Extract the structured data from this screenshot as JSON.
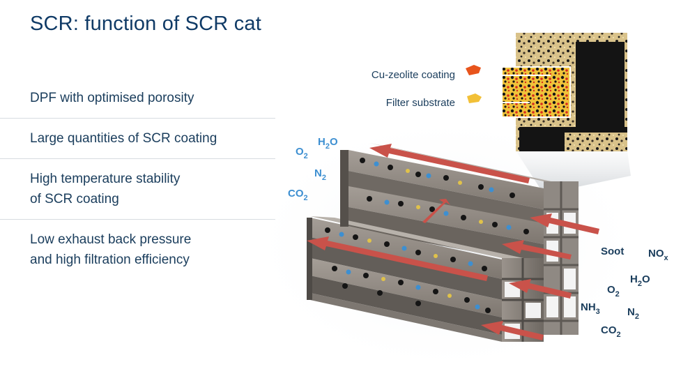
{
  "title": "SCR: function of SCR cat",
  "bullets": [
    {
      "lines": [
        "DPF with optimised porosity"
      ]
    },
    {
      "lines": [
        "Large quantities of SCR coating"
      ]
    },
    {
      "lines": [
        "High temperature stability",
        "of SCR coating"
      ]
    },
    {
      "lines": [
        "Low exhaust back pressure",
        "and high filtration efficiency"
      ]
    }
  ],
  "inset": {
    "coating_label": "Cu-zeolite coating",
    "substrate_label": "Filter substrate",
    "coating_color": "#e8541c",
    "substrate_color": "#f2c037"
  },
  "outlet_species": {
    "o2": "O",
    "o2_sub": "2",
    "h2o": "H",
    "h2o_sub": "2",
    "h2o_tail": "O",
    "n2": "N",
    "n2_sub": "2",
    "co2": "CO",
    "co2_sub": "2",
    "color": "#3d8fd1"
  },
  "inlet_species": {
    "soot": "Soot",
    "nox": "NO",
    "nox_sub": "x",
    "h2o": "H",
    "h2o_sub": "2",
    "h2o_tail": "O",
    "o2": "O",
    "o2_sub": "2",
    "nh3": "NH",
    "nh3_sub": "3",
    "n2": "N",
    "n2_sub": "2",
    "co2": "CO",
    "co2_sub": "2",
    "color": "#1a3d5c"
  },
  "colors": {
    "title": "#0f3a66",
    "flow_arrow": "#c9524a",
    "filter_wall": "#8d8680"
  }
}
